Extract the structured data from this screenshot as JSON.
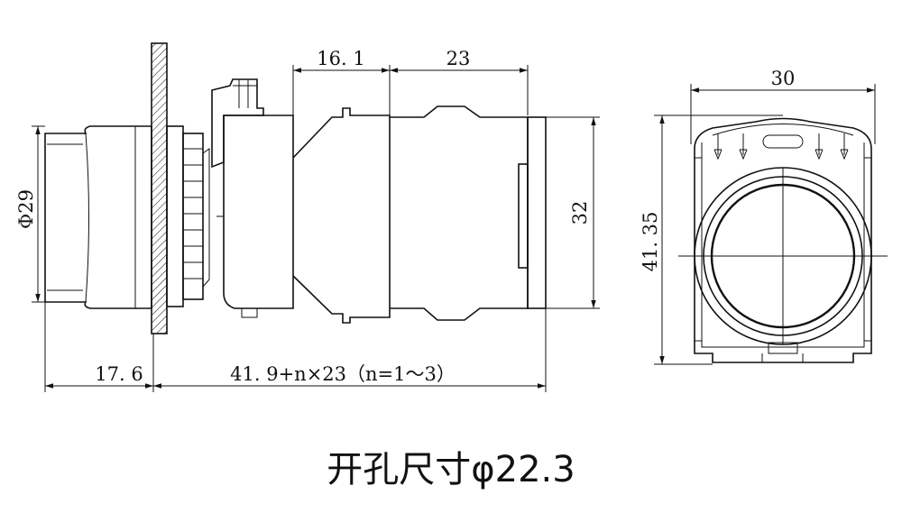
{
  "dimensions": {
    "d16_1": "16. 1",
    "d23": "23",
    "d30": "30",
    "d32": "32",
    "phi29": "Φ29",
    "d41_35": "41. 35",
    "d17_6": "17. 6",
    "total_length": "41. 9+n×23（n=1～3）"
  },
  "caption": "开孔尺寸φ22.3",
  "colors": {
    "line": "#111111",
    "background": "#ffffff"
  }
}
